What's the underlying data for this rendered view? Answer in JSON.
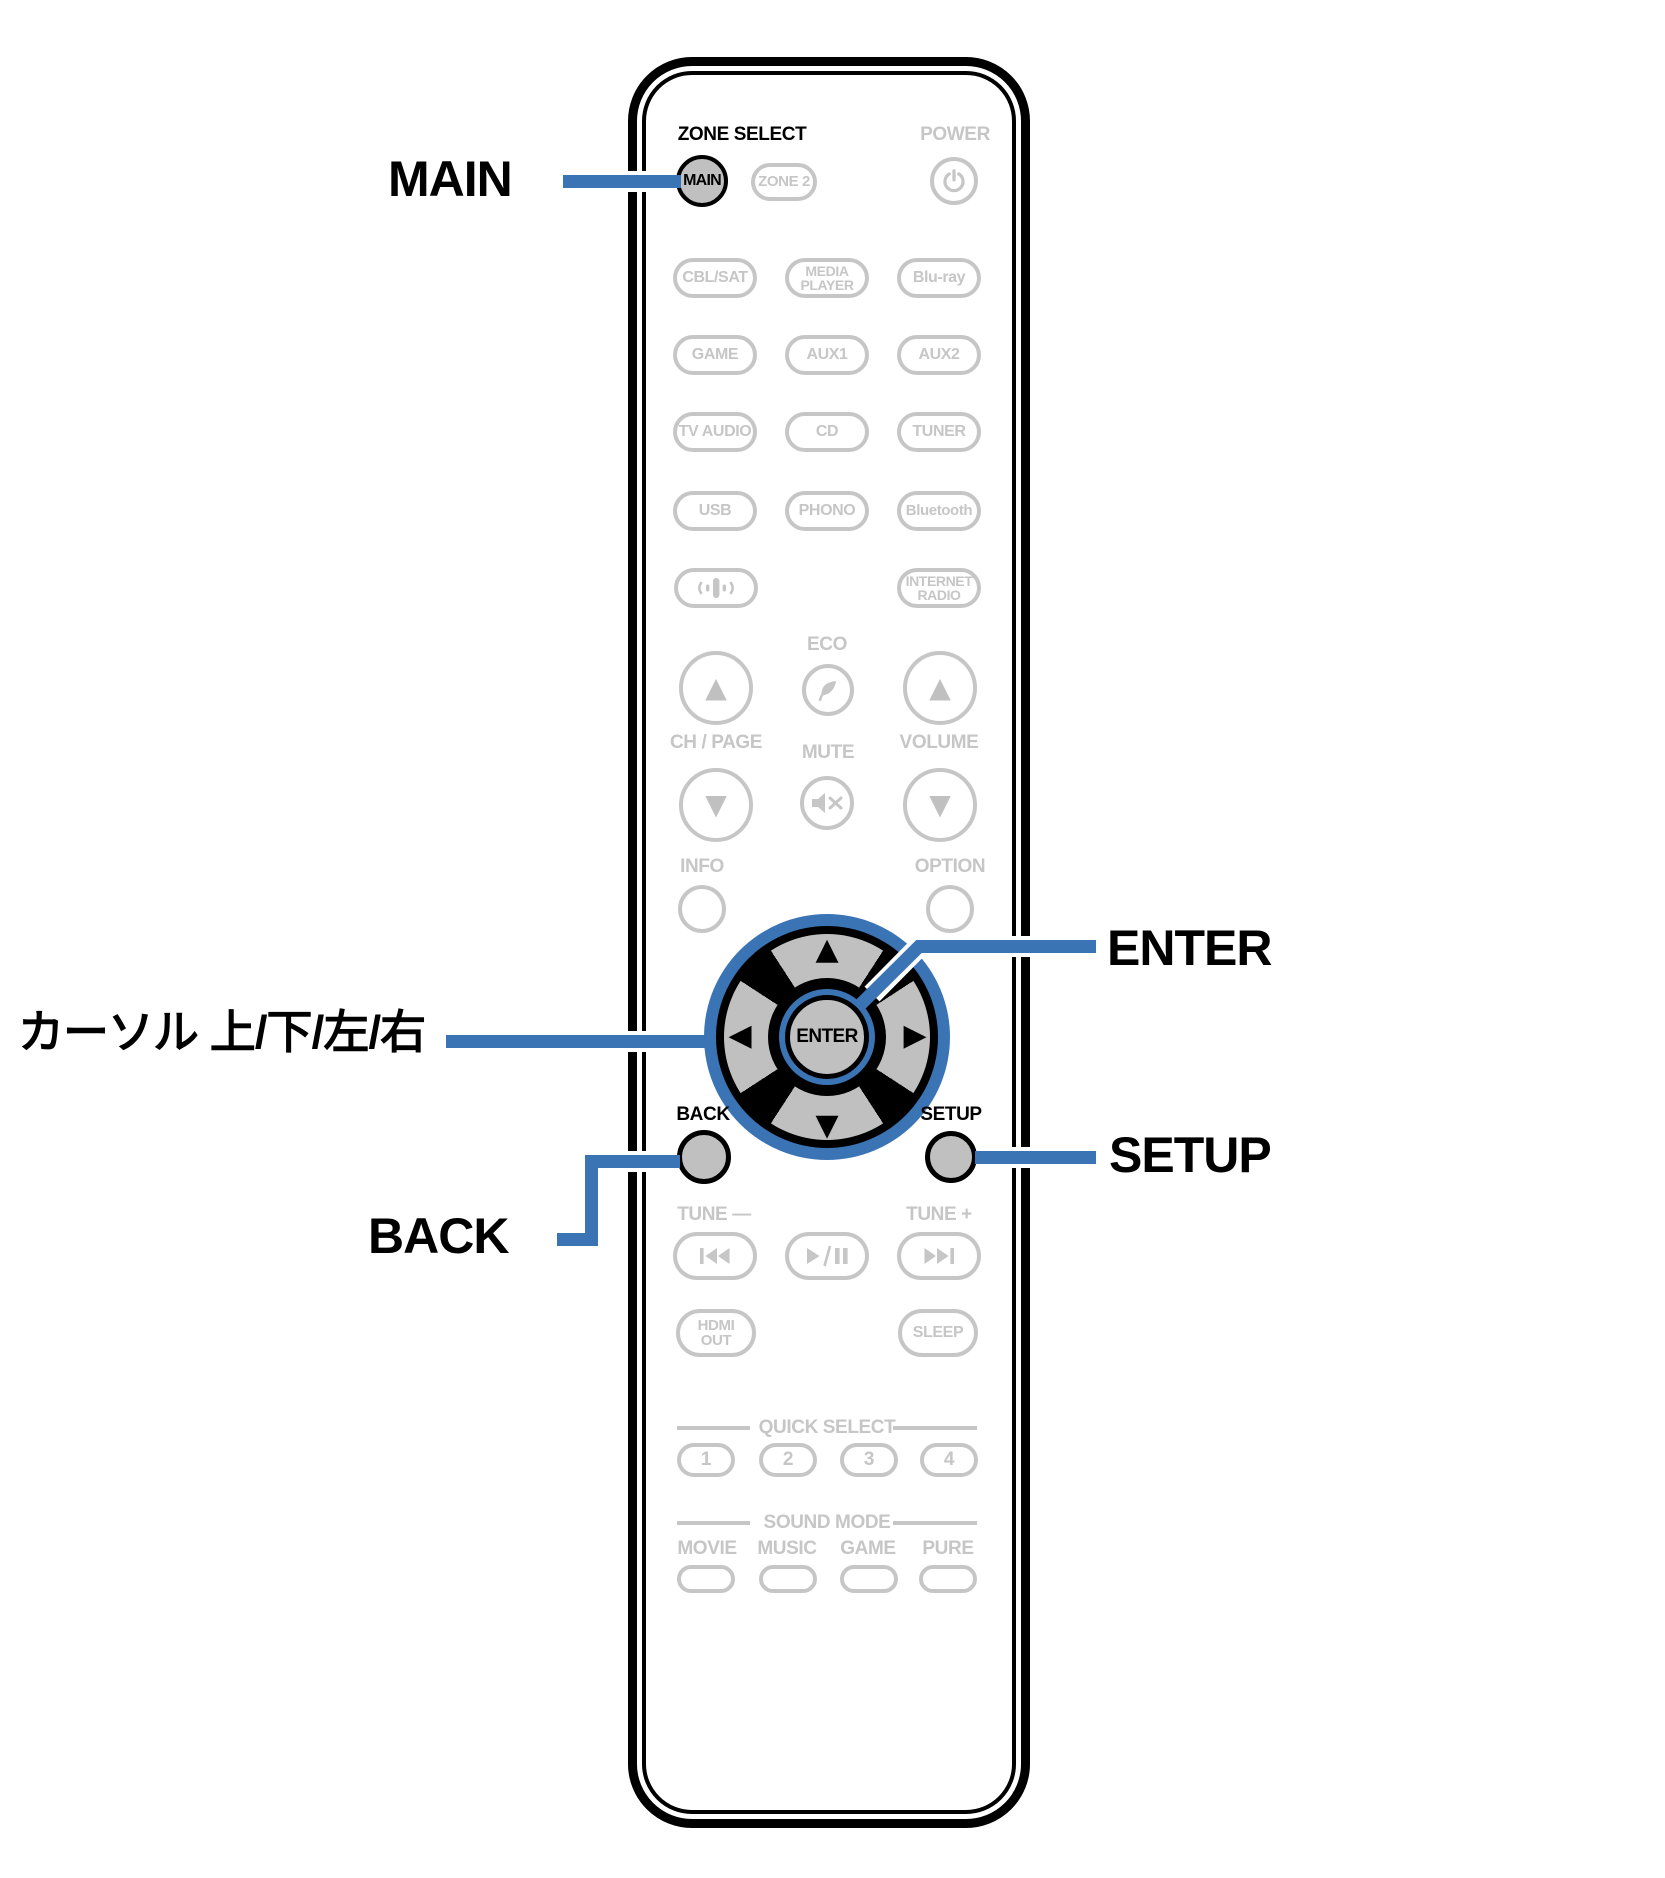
{
  "colors": {
    "callout_blue": "#3b74b5",
    "inactive_gray": "#c6c6c6",
    "button_fill_gray": "#c0c0c0",
    "outline_black": "#000000"
  },
  "icons": [
    "power-icon",
    "audio-wave-icon",
    "eco-leaf-icon",
    "mute-speaker-icon",
    "up-triangle-icon",
    "down-triangle-icon",
    "skip-back-icon",
    "play-pause-icon",
    "skip-forward-icon",
    "cursor-up-icon",
    "cursor-down-icon",
    "cursor-left-icon",
    "cursor-right-icon"
  ],
  "remote": {
    "zone_select": {
      "title": "ZONE SELECT",
      "main": "MAIN",
      "zone2": "ZONE 2"
    },
    "power_label": "POWER",
    "sources": [
      [
        "CBL/SAT",
        "MEDIA\nPLAYER",
        "Blu-ray"
      ],
      [
        "GAME",
        "AUX1",
        "AUX2"
      ],
      [
        "TV AUDIO",
        "CD",
        "TUNER"
      ],
      [
        "USB",
        "PHONO",
        "Bluetooth"
      ]
    ],
    "internet_radio": "INTERNET\nRADIO",
    "eco": "ECO",
    "ch_page": "CH / PAGE",
    "mute": "MUTE",
    "volume": "VOLUME",
    "info": "INFO",
    "option": "OPTION",
    "enter": "ENTER",
    "back": "BACK",
    "setup": "SETUP",
    "tune_minus": "TUNE —",
    "tune_plus": "TUNE +",
    "hdmi_out": "HDMI\nOUT",
    "sleep": "SLEEP",
    "quick_select": {
      "title": "QUICK SELECT",
      "buttons": [
        "1",
        "2",
        "3",
        "4"
      ]
    },
    "sound_mode": {
      "title": "SOUND MODE",
      "modes": [
        "MOVIE",
        "MUSIC",
        "GAME",
        "PURE"
      ]
    }
  },
  "callouts": {
    "main": "MAIN",
    "cursor": "カーソル 上/下/左/右",
    "enter": "ENTER",
    "setup": "SETUP",
    "back": "BACK"
  }
}
